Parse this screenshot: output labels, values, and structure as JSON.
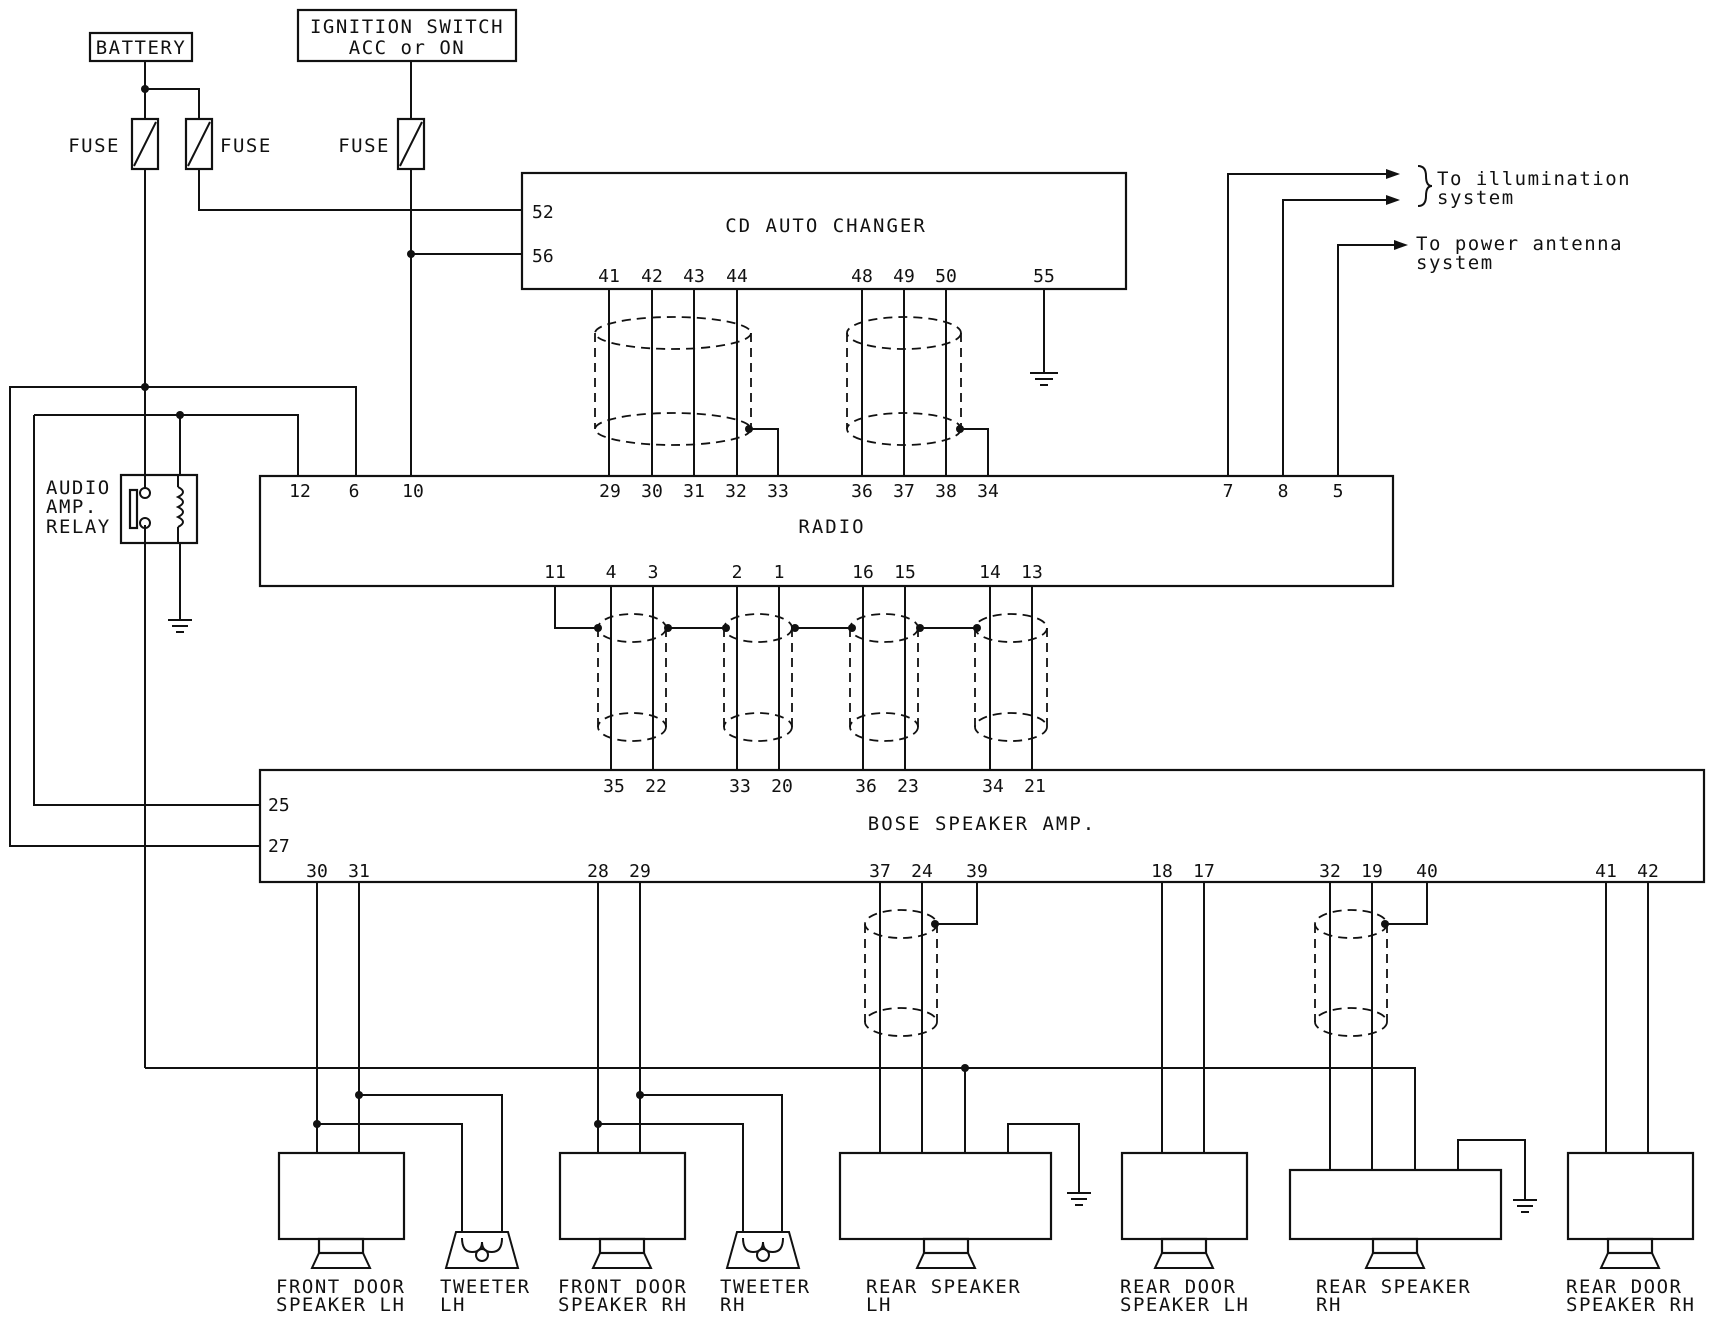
{
  "sources": {
    "battery": "BATTERY",
    "ignition_line1": "IGNITION SWITCH",
    "ignition_line2": "ACC or ON",
    "fuse": "FUSE"
  },
  "relay": {
    "line1": "AUDIO",
    "line2": "AMP.",
    "line3": "RELAY"
  },
  "cd_changer": {
    "title": "CD AUTO CHANGER",
    "pins_left": [
      "52",
      "56"
    ],
    "pins_bottom": [
      "41",
      "42",
      "43",
      "44",
      "48",
      "49",
      "50",
      "55"
    ]
  },
  "radio": {
    "title": "RADIO",
    "pins_top": [
      "12",
      "6",
      "10",
      "29",
      "30",
      "31",
      "32",
      "33",
      "36",
      "37",
      "38",
      "34",
      "7",
      "8",
      "5"
    ],
    "pins_bottom": [
      "11",
      "4",
      "3",
      "2",
      "1",
      "16",
      "15",
      "14",
      "13"
    ]
  },
  "amp": {
    "title": "BOSE SPEAKER AMP.",
    "pins_left": [
      "25",
      "27"
    ],
    "pins_top": [
      "35",
      "22",
      "33",
      "20",
      "36",
      "23",
      "34",
      "21"
    ],
    "pins_bottom": [
      "30",
      "31",
      "28",
      "29",
      "37",
      "24",
      "39",
      "18",
      "17",
      "32",
      "19",
      "40",
      "41",
      "42"
    ]
  },
  "external": {
    "illumination_line1": "To illumination",
    "illumination_line2": "system",
    "antenna_line1": "To power antenna",
    "antenna_line2": "system"
  },
  "speakers": [
    {
      "line1": "FRONT DOOR",
      "line2": "SPEAKER LH"
    },
    {
      "line1": "TWEETER",
      "line2": "LH"
    },
    {
      "line1": "FRONT DOOR",
      "line2": "SPEAKER RH"
    },
    {
      "line1": "TWEETER",
      "line2": "RH"
    },
    {
      "line1": "REAR SPEAKER",
      "line2": "LH"
    },
    {
      "line1": "REAR DOOR",
      "line2": "SPEAKER LH"
    },
    {
      "line1": "REAR SPEAKER",
      "line2": "RH"
    },
    {
      "line1": "REAR DOOR",
      "line2": "SPEAKER RH"
    }
  ]
}
